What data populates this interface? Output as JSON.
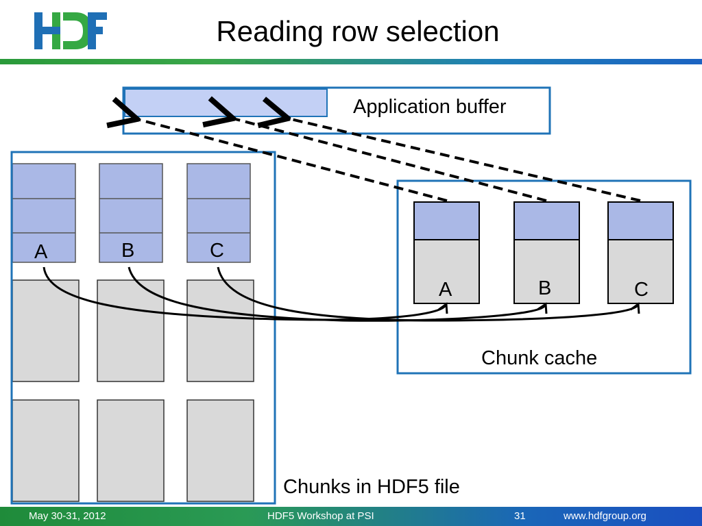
{
  "slide": {
    "title": "Reading row selection",
    "logo_text": "HDF"
  },
  "diagram": {
    "application_buffer_label": "Application buffer",
    "file_chunks_label": "Chunks in HDF5 file",
    "chunk_cache_label": "Chunk cache",
    "file_chunk_labels": [
      "A",
      "B",
      "C"
    ],
    "cache_chunk_labels": [
      "A",
      "B",
      "C"
    ]
  },
  "footer": {
    "date": "May 30-31, 2012",
    "event": "HDF5 Workshop at PSI",
    "page": "31",
    "url": "www.hdfgroup.org"
  },
  "colors": {
    "frame_blue": "#1f73b7",
    "row_fill": "#aab8e6",
    "buffer_fill": "#c3d0f5",
    "chunk_fill": "#d9d9d9",
    "logo_blue": "#1f6fb5",
    "logo_green": "#35a843"
  }
}
